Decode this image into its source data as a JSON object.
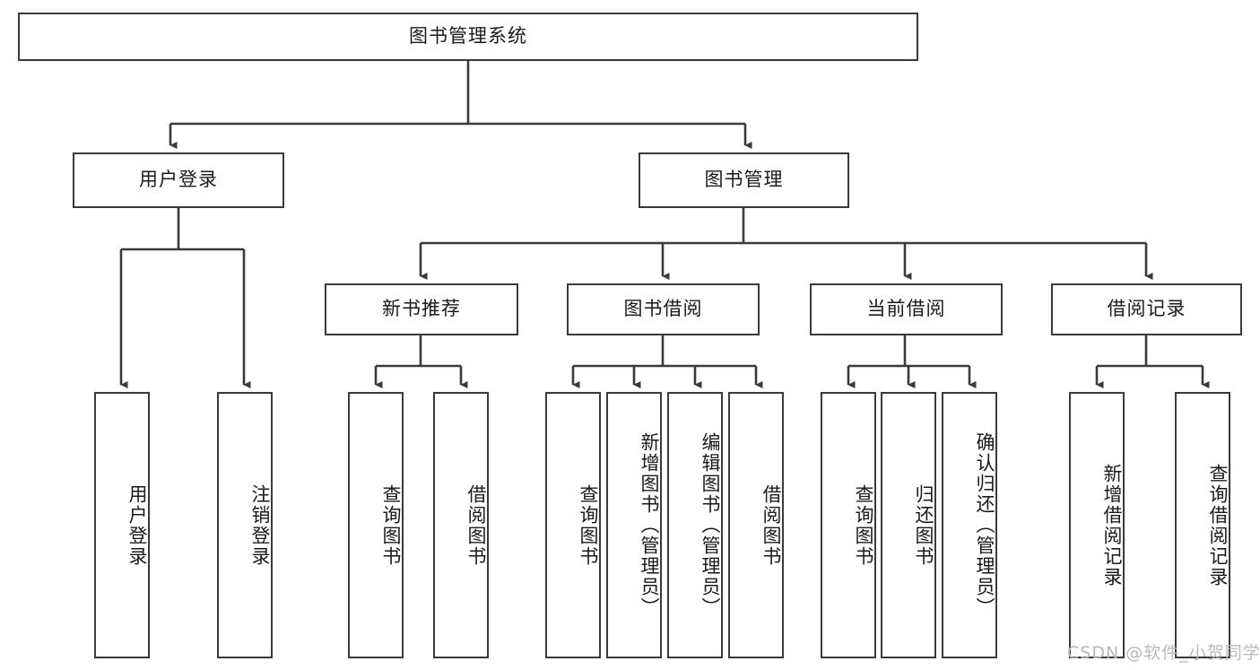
{
  "diagram": {
    "title": "图书管理系统",
    "type": "tree-hierarchy-chart",
    "watermark": "CSDN @软件_小贺同学",
    "colors": {
      "box_border": "#3a3a3a",
      "box_fill": "#ffffff",
      "edge": "#3a3a3a",
      "text": "#1a1a1a",
      "watermark": "#b9b9b9",
      "background": "#ffffff"
    },
    "root": {
      "label": "图书管理系统"
    },
    "level2": [
      {
        "label": "用户登录"
      },
      {
        "label": "图书管理"
      }
    ],
    "level3": [
      {
        "label": "新书推荐"
      },
      {
        "label": "图书借阅"
      },
      {
        "label": "当前借阅"
      },
      {
        "label": "借阅记录"
      }
    ],
    "leaves": {
      "user_login": [
        {
          "label": "用户登录"
        },
        {
          "label": "注销登录"
        }
      ],
      "new_book_recommend": [
        {
          "label": "查询图书"
        },
        {
          "label": "借阅图书"
        }
      ],
      "book_borrow": [
        {
          "label": "查询图书"
        },
        {
          "label": "新增图书（管理员）"
        },
        {
          "label": "编辑图书（管理员）"
        },
        {
          "label": "借阅图书"
        }
      ],
      "current_borrow": [
        {
          "label": "查询图书"
        },
        {
          "label": "归还图书"
        },
        {
          "label": "确认归还（管理员）"
        }
      ],
      "borrow_record": [
        {
          "label": "新增借阅记录"
        },
        {
          "label": "查询借阅记录"
        }
      ]
    }
  }
}
